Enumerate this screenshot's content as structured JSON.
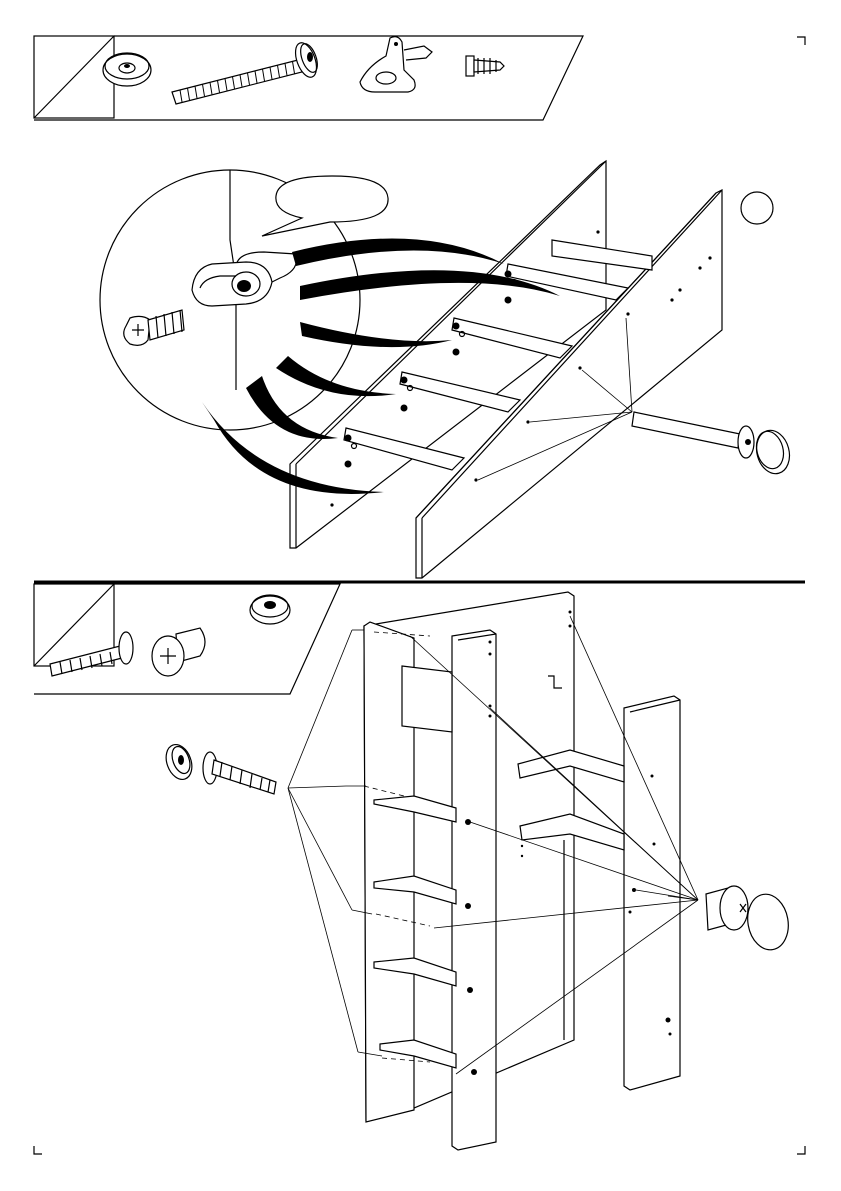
{
  "page": {
    "background": "#ffffff",
    "ink": "#000000"
  },
  "step_a": {
    "parts": [
      {
        "icon": "cam-cover-cap-icon"
      },
      {
        "icon": "long-connector-bolt-icon"
      },
      {
        "icon": "shelf-support-bracket-icon"
      },
      {
        "icon": "short-screw-icon"
      }
    ],
    "callout_text": "",
    "panel_marker_label": ""
  },
  "step_b": {
    "parts": [
      {
        "icon": "connector-bolt-icon"
      },
      {
        "icon": "barrel-nut-icon"
      },
      {
        "icon": "cover-cap-icon"
      }
    ]
  },
  "corner_marks": [
    "top-right",
    "bottom-left",
    "bottom-right"
  ]
}
